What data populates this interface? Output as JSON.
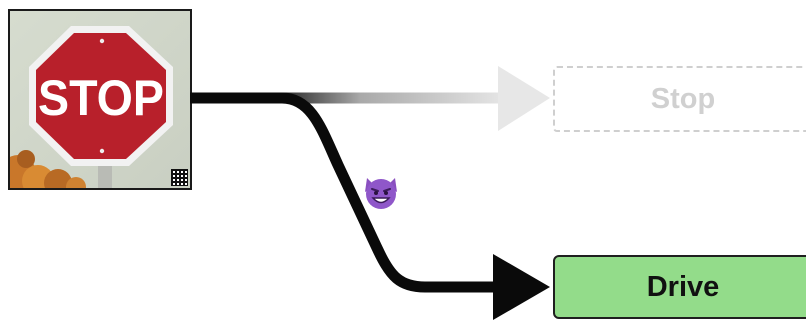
{
  "image": {
    "sign_text": "STOP",
    "sign_color": "#b8202b",
    "badge": "grid-icon"
  },
  "outputs": {
    "ghost_label": "Stop",
    "active_label": "Drive",
    "active_color": "#93dc8a"
  },
  "annotation": {
    "icon": "smiling-devil-emoji"
  }
}
